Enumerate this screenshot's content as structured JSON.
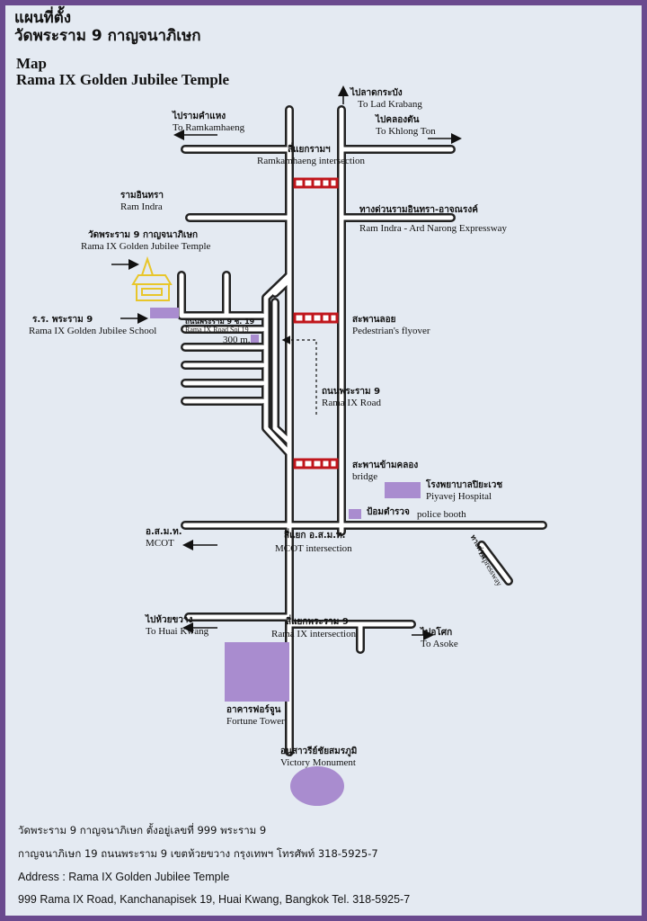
{
  "header": {
    "title_th_1": "แผนที่ตั้ง",
    "title_th_2": "วัดพระราม 9 กาญจนาภิเษก",
    "title_en_1": "Map",
    "title_en_2": "Rama IX Golden Jubilee Temple"
  },
  "labels": {
    "lad_krabang_th": "ไปลาดกระบัง",
    "lad_krabang_en": "To Lad Krabang",
    "khlong_ton_th": "ไปคลองตัน",
    "khlong_ton_en": "To Khlong Ton",
    "ramkamhaeng_th": "ไปรามคำแหง",
    "ramkamhaeng_en": "To Ramkamhaeng",
    "ramkamhaeng_int_th": "สี่แยกรามฯ",
    "ramkamhaeng_int_en": "Ramkamhaeng intersection",
    "ram_indra_th": "รามอินทรา",
    "ram_indra_en": "Ram Indra",
    "expressway_th": "ทางด่วนรามอินทรา-อาจณรงค์",
    "expressway_en": "Ram Indra - Ard Narong Expressway",
    "temple_th": "วัดพระราม 9 กาญจนาภิเษก",
    "temple_en": "Rama IX Golden Jubilee Temple",
    "school_th": "ร.ร. พระราม 9",
    "school_en": "Rama IX Golden Jubilee School",
    "soi_th": "ถนนพระราม 9 ซ. 19",
    "soi_en": "Rama IX Road Soi 19",
    "distance": "300 m.",
    "flyover_th": "สะพานลอย",
    "flyover_en": "Pedestrian's flyover",
    "rama9_road_th": "ถนนพระราม 9",
    "rama9_road_en": "Rama IX Road",
    "bridge_th": "สะพานข้ามคลอง",
    "bridge_en": "bridge",
    "hospital_th": "โรงพยาบาลปิยะเวช",
    "hospital_en": "Piyavej Hospital",
    "police_th": "ป้อมตำรวจ",
    "police_en": "police booth",
    "mcot_th": "อ.ส.ม.ท.",
    "mcot_en": "MCOT",
    "mcot_int_th": "สี่แยก อ.ส.ม.ท.",
    "mcot_int_en": "MCOT intersection",
    "exp_th": "ทางด่วน",
    "exp_en": "Expressway",
    "huai_kwang_th": "ไปห้วยขวาง",
    "huai_kwang_en": "To Huai Kwang",
    "rama9_int_th": "สี่แยกพระราม 9",
    "rama9_int_en": "Rama IX intersection",
    "asoke_th": "ไปอโศก",
    "asoke_en": "To Asoke",
    "fortune_th": "อาคารฟอร์จูน",
    "fortune_en": "Fortune Tower",
    "victory_th": "อนุสาวรีย์ชัยสมรภูมิ",
    "victory_en": "Victory Monument"
  },
  "address": {
    "th_1": "วัดพระราม 9 กาญจนาภิเษก ตั้งอยู่เลขที่ 999 พระราม 9",
    "th_2": "กาญจนาภิเษก 19 ถนนพระราม 9 เขตห้วยขวาง กรุงเทพฯ  โทรศัพท์ 318-5925-7",
    "en_1": "Address :   Rama IX Golden Jubilee Temple",
    "en_2": "999 Rama IX Road, Kanchanapisek 19, Huai Kwang, Bangkok   Tel. 318-5925-7"
  },
  "colors": {
    "road_outline": "#222222",
    "bridge": "#c0161c",
    "landmark": "#a98ccf",
    "temple": "#e8c62a",
    "frame": "#6a4a8e"
  }
}
